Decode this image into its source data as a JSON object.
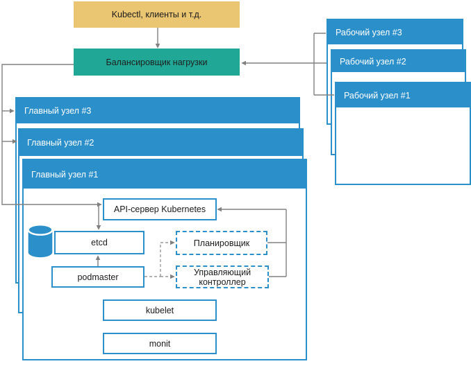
{
  "diagram": {
    "client": {
      "label": "Kubectl, клиенты и т.д."
    },
    "load_balancer": {
      "label": "Балансировщик нагрузки"
    },
    "worker_nodes": [
      {
        "label": "Рабочий узел #3"
      },
      {
        "label": "Рабочий узел #2"
      },
      {
        "label": "Рабочий узел #1"
      }
    ],
    "master_nodes": [
      {
        "label": "Главный узел #3"
      },
      {
        "label": "Главный узел #2"
      },
      {
        "label": "Главный узел #1"
      }
    ],
    "components": {
      "api_server": {
        "label": "API-сервер Kubernetes"
      },
      "etcd": {
        "label": "etcd"
      },
      "podmaster": {
        "label": "podmaster"
      },
      "scheduler": {
        "label": "Планировщик"
      },
      "controller_manager": {
        "label": "Управляющий контроллер"
      },
      "kubelet": {
        "label": "kubelet"
      },
      "monit": {
        "label": "monit"
      }
    },
    "colors": {
      "client_fill": "#EAC572",
      "load_balancer_fill": "#21A795",
      "node_blue": "#2B8FC9",
      "connector_gray": "#808080",
      "dashed_connector_gray": "#999999"
    }
  }
}
